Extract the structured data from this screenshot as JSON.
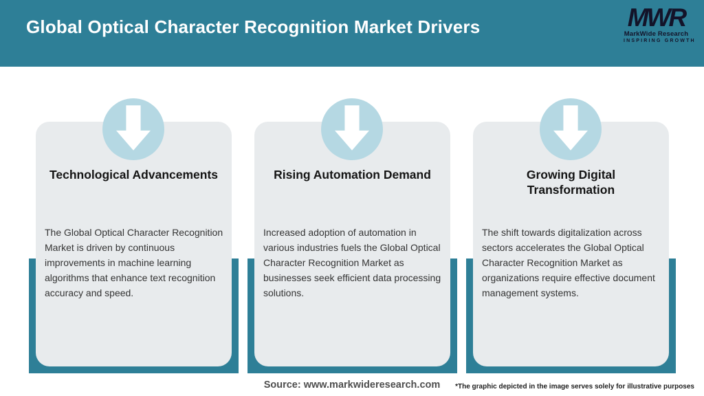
{
  "header": {
    "title": "Global Optical Character Recognition Market Drivers",
    "logo": {
      "monogram": "MWR",
      "name": "MarkWide Research",
      "tagline": "INSPIRING GROWTH"
    }
  },
  "cards": [
    {
      "title": "Technological Advancements",
      "description": "The Global Optical Character Recognition Market is driven by continuous improvements in machine learning algorithms that enhance text recognition accuracy and speed."
    },
    {
      "title": "Rising Automation Demand",
      "description": "Increased adoption of automation in various industries fuels the Global Optical Character Recognition Market as businesses seek efficient data processing solutions."
    },
    {
      "title": "Growing Digital Transformation",
      "description": "The shift towards digitalization across sectors accelerates the Global Optical Character Recognition Market as organizations require effective document management systems."
    }
  ],
  "footer": {
    "source": "Source: www.markwideresearch.com",
    "disclaimer": "*The graphic depicted in the image serves solely for illustrative purposes"
  },
  "colors": {
    "header_teal": "#2e7f97",
    "frame_teal": "#2e7f97",
    "circle_blue": "#b5d8e3",
    "card_gray": "#e8ebed",
    "title_text": "#ffffff",
    "logo_dark": "#131329"
  }
}
